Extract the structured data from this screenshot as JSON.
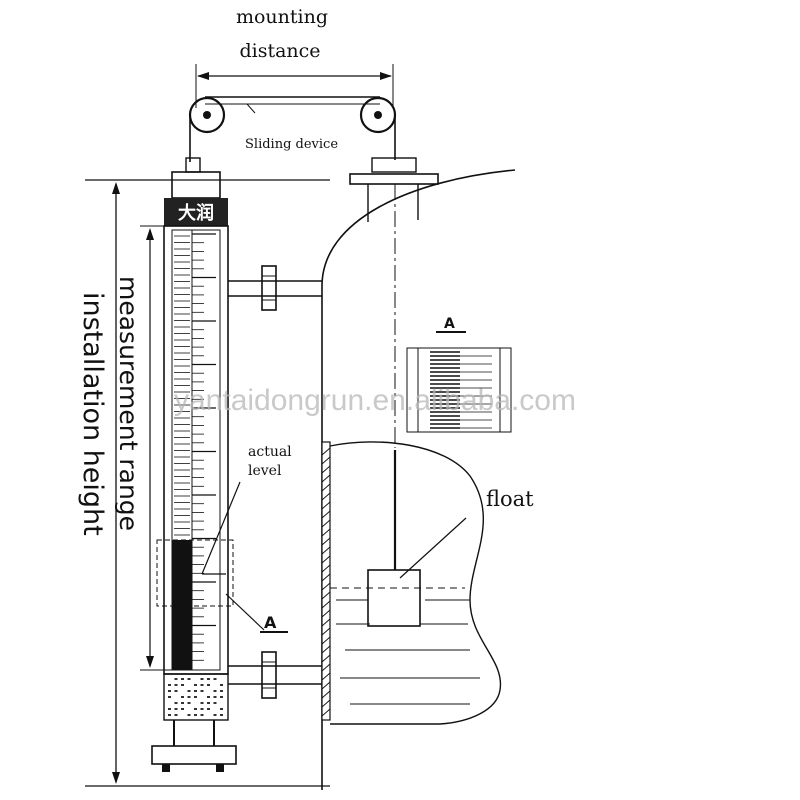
{
  "labels": {
    "mounting_distance_line1": "mounting",
    "mounting_distance_line2": "distance",
    "sliding_device": "Sliding device",
    "measurement_range": "measurement range",
    "installation_height": "installation height",
    "actual_level_line1": "actual",
    "actual_level_line2": "level",
    "float": "float",
    "detail_marker": "A",
    "detail_title": "A",
    "gauge_head": "大润"
  },
  "watermark": "yantaidongrun.en.alibaba.com",
  "colors": {
    "line": "#111111",
    "watermark": "#b8b8b8",
    "background": "#ffffff"
  }
}
